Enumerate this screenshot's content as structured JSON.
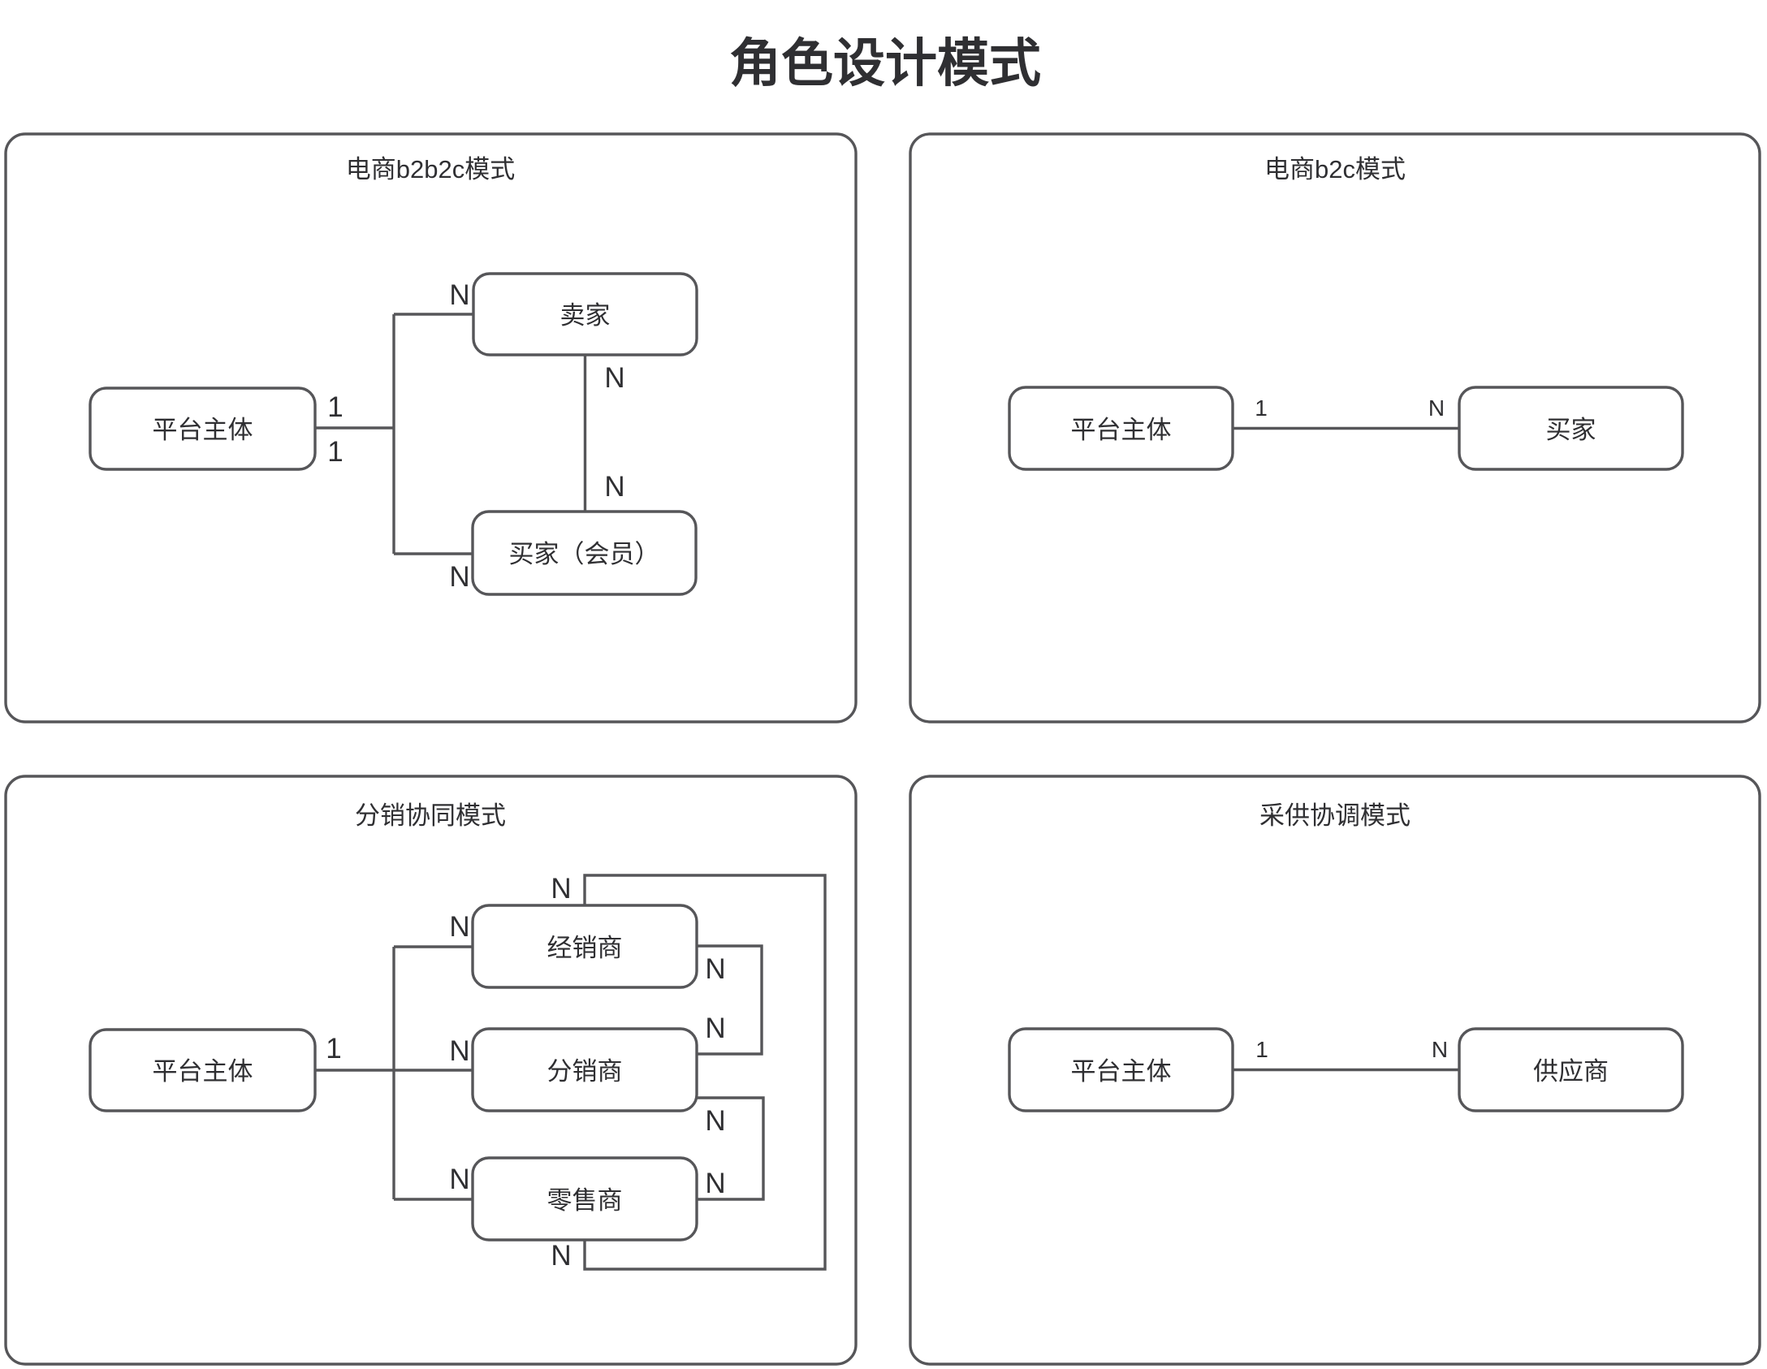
{
  "page": {
    "title": "角色设计模式"
  },
  "colors": {
    "line": "#565659",
    "text": "#2f2f32",
    "background": "#ffffff"
  },
  "panels": [
    {
      "title": "电商b2b2c模式",
      "entities": {
        "platform": "平台主体",
        "seller": "卖家",
        "buyer": "买家（会员）"
      },
      "labels": {
        "platform_top": "1",
        "platform_bottom": "1",
        "seller_left": "N",
        "buyer_left": "N",
        "seller_bottom": "N",
        "buyer_top": "N"
      }
    },
    {
      "title": "电商b2c模式",
      "entities": {
        "platform": "平台主体",
        "buyer": "买家"
      },
      "labels": {
        "platform_side": "1",
        "buyer_side": "N"
      }
    },
    {
      "title": "分销协同模式",
      "entities": {
        "platform": "平台主体",
        "dealer": "经销商",
        "distributor": "分销商",
        "retailer": "零售商"
      },
      "labels": {
        "platform_side": "1",
        "dealer_left": "N",
        "distributor_left": "N",
        "retailer_left": "N",
        "loop_top": "N",
        "loop_bottom": "N",
        "dealer_right": "N",
        "distributor_right_top": "N",
        "distributor_right_bottom": "N",
        "retailer_right": "N"
      }
    },
    {
      "title": "采供协调模式",
      "entities": {
        "platform": "平台主体",
        "supplier": "供应商"
      },
      "labels": {
        "platform_side": "1",
        "supplier_side": "N"
      }
    }
  ]
}
